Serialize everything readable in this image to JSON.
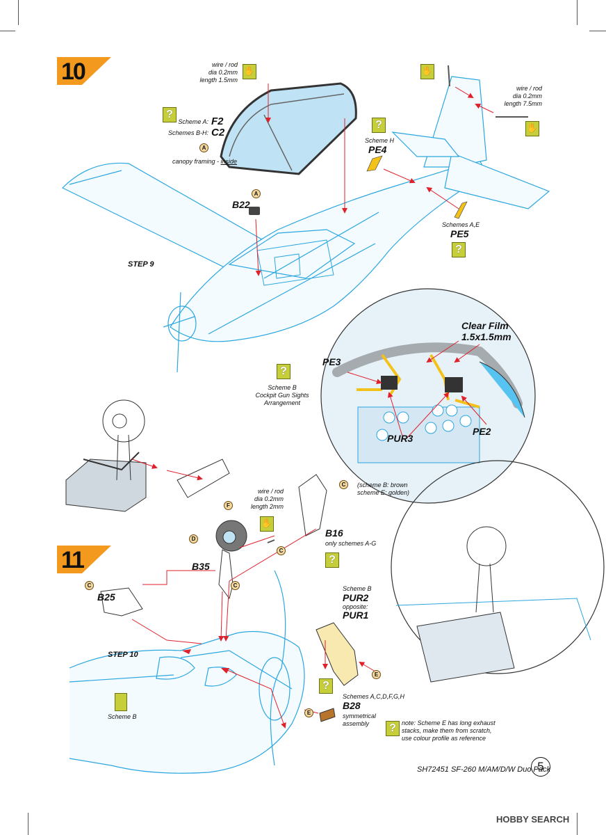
{
  "page": {
    "footer_text": "SH72451 SF-260 M/AM/D/W Duo Pack",
    "page_number": "5",
    "watermark": "HOBBY SEARCH"
  },
  "step10": {
    "number": "10",
    "step_label": "STEP 9",
    "wire_note": [
      "wire / rod",
      "dia 0.2mm",
      "length 1.5mm"
    ],
    "canopy_scheme_a": "Scheme A:",
    "canopy_scheme_a_part": "F2",
    "canopy_scheme_bh": "Schemes B-H:",
    "canopy_scheme_bh_part": "C2",
    "canopy_framing_note": "canopy framing - ",
    "canopy_framing_em": "inside",
    "sprue_a": "A",
    "part_b22": "B22",
    "scheme_h": "Scheme H",
    "part_pe4": "PE4",
    "tail_wire_note": [
      "wire / rod",
      "dia 0.2mm",
      "length 7.5mm"
    ],
    "schemes_ae": "Schemes A,E",
    "part_pe5": "PE5",
    "gunsight_note": [
      "Scheme B",
      "Cockpit Gun Sights",
      "Arrangement"
    ],
    "clear_film": [
      "Clear Film",
      "1.5x1.5mm"
    ],
    "part_pe3": "PE3",
    "part_pur3": "PUR3",
    "part_pe2": "PE2"
  },
  "step11": {
    "number": "11",
    "step_label": "STEP 10",
    "wire_note": [
      "wire / rod",
      "dia 0.2mm",
      "length 2mm"
    ],
    "sprue_c": "C",
    "sprue_d": "D",
    "sprue_f": "F",
    "sprue_e": "E",
    "scheme_b_brown": [
      "(scheme B: brown",
      "scheme E: golden)"
    ],
    "part_b16": "B16",
    "b16_note": "only schemes A-G",
    "part_b35": "B35",
    "part_b25": "B25",
    "scheme_b": "Scheme B",
    "part_pur2": "PUR2",
    "opposite": "opposite:",
    "part_pur1": "PUR1",
    "schemes_acdfgh": "Schemes A,C,D,F,G,H",
    "part_b28": "B28",
    "symmetrical": [
      "symmetrical",
      "assembly"
    ],
    "scheme_b_left": "Scheme B",
    "exhaust_note": [
      "note: Scheme E has long exhaust",
      "stacks, make them from scratch,",
      "use colour profile as reference"
    ]
  },
  "icons": {
    "question": "?",
    "glove": "✋"
  },
  "colors": {
    "badge_orange": "#f39a1e",
    "line_blue": "#2aa6e0",
    "canopy_blue": "#bfe3f5",
    "arrow_red": "#e0202a",
    "question_green": "#c6cf3a",
    "pe_yellow": "#f3c21a"
  }
}
